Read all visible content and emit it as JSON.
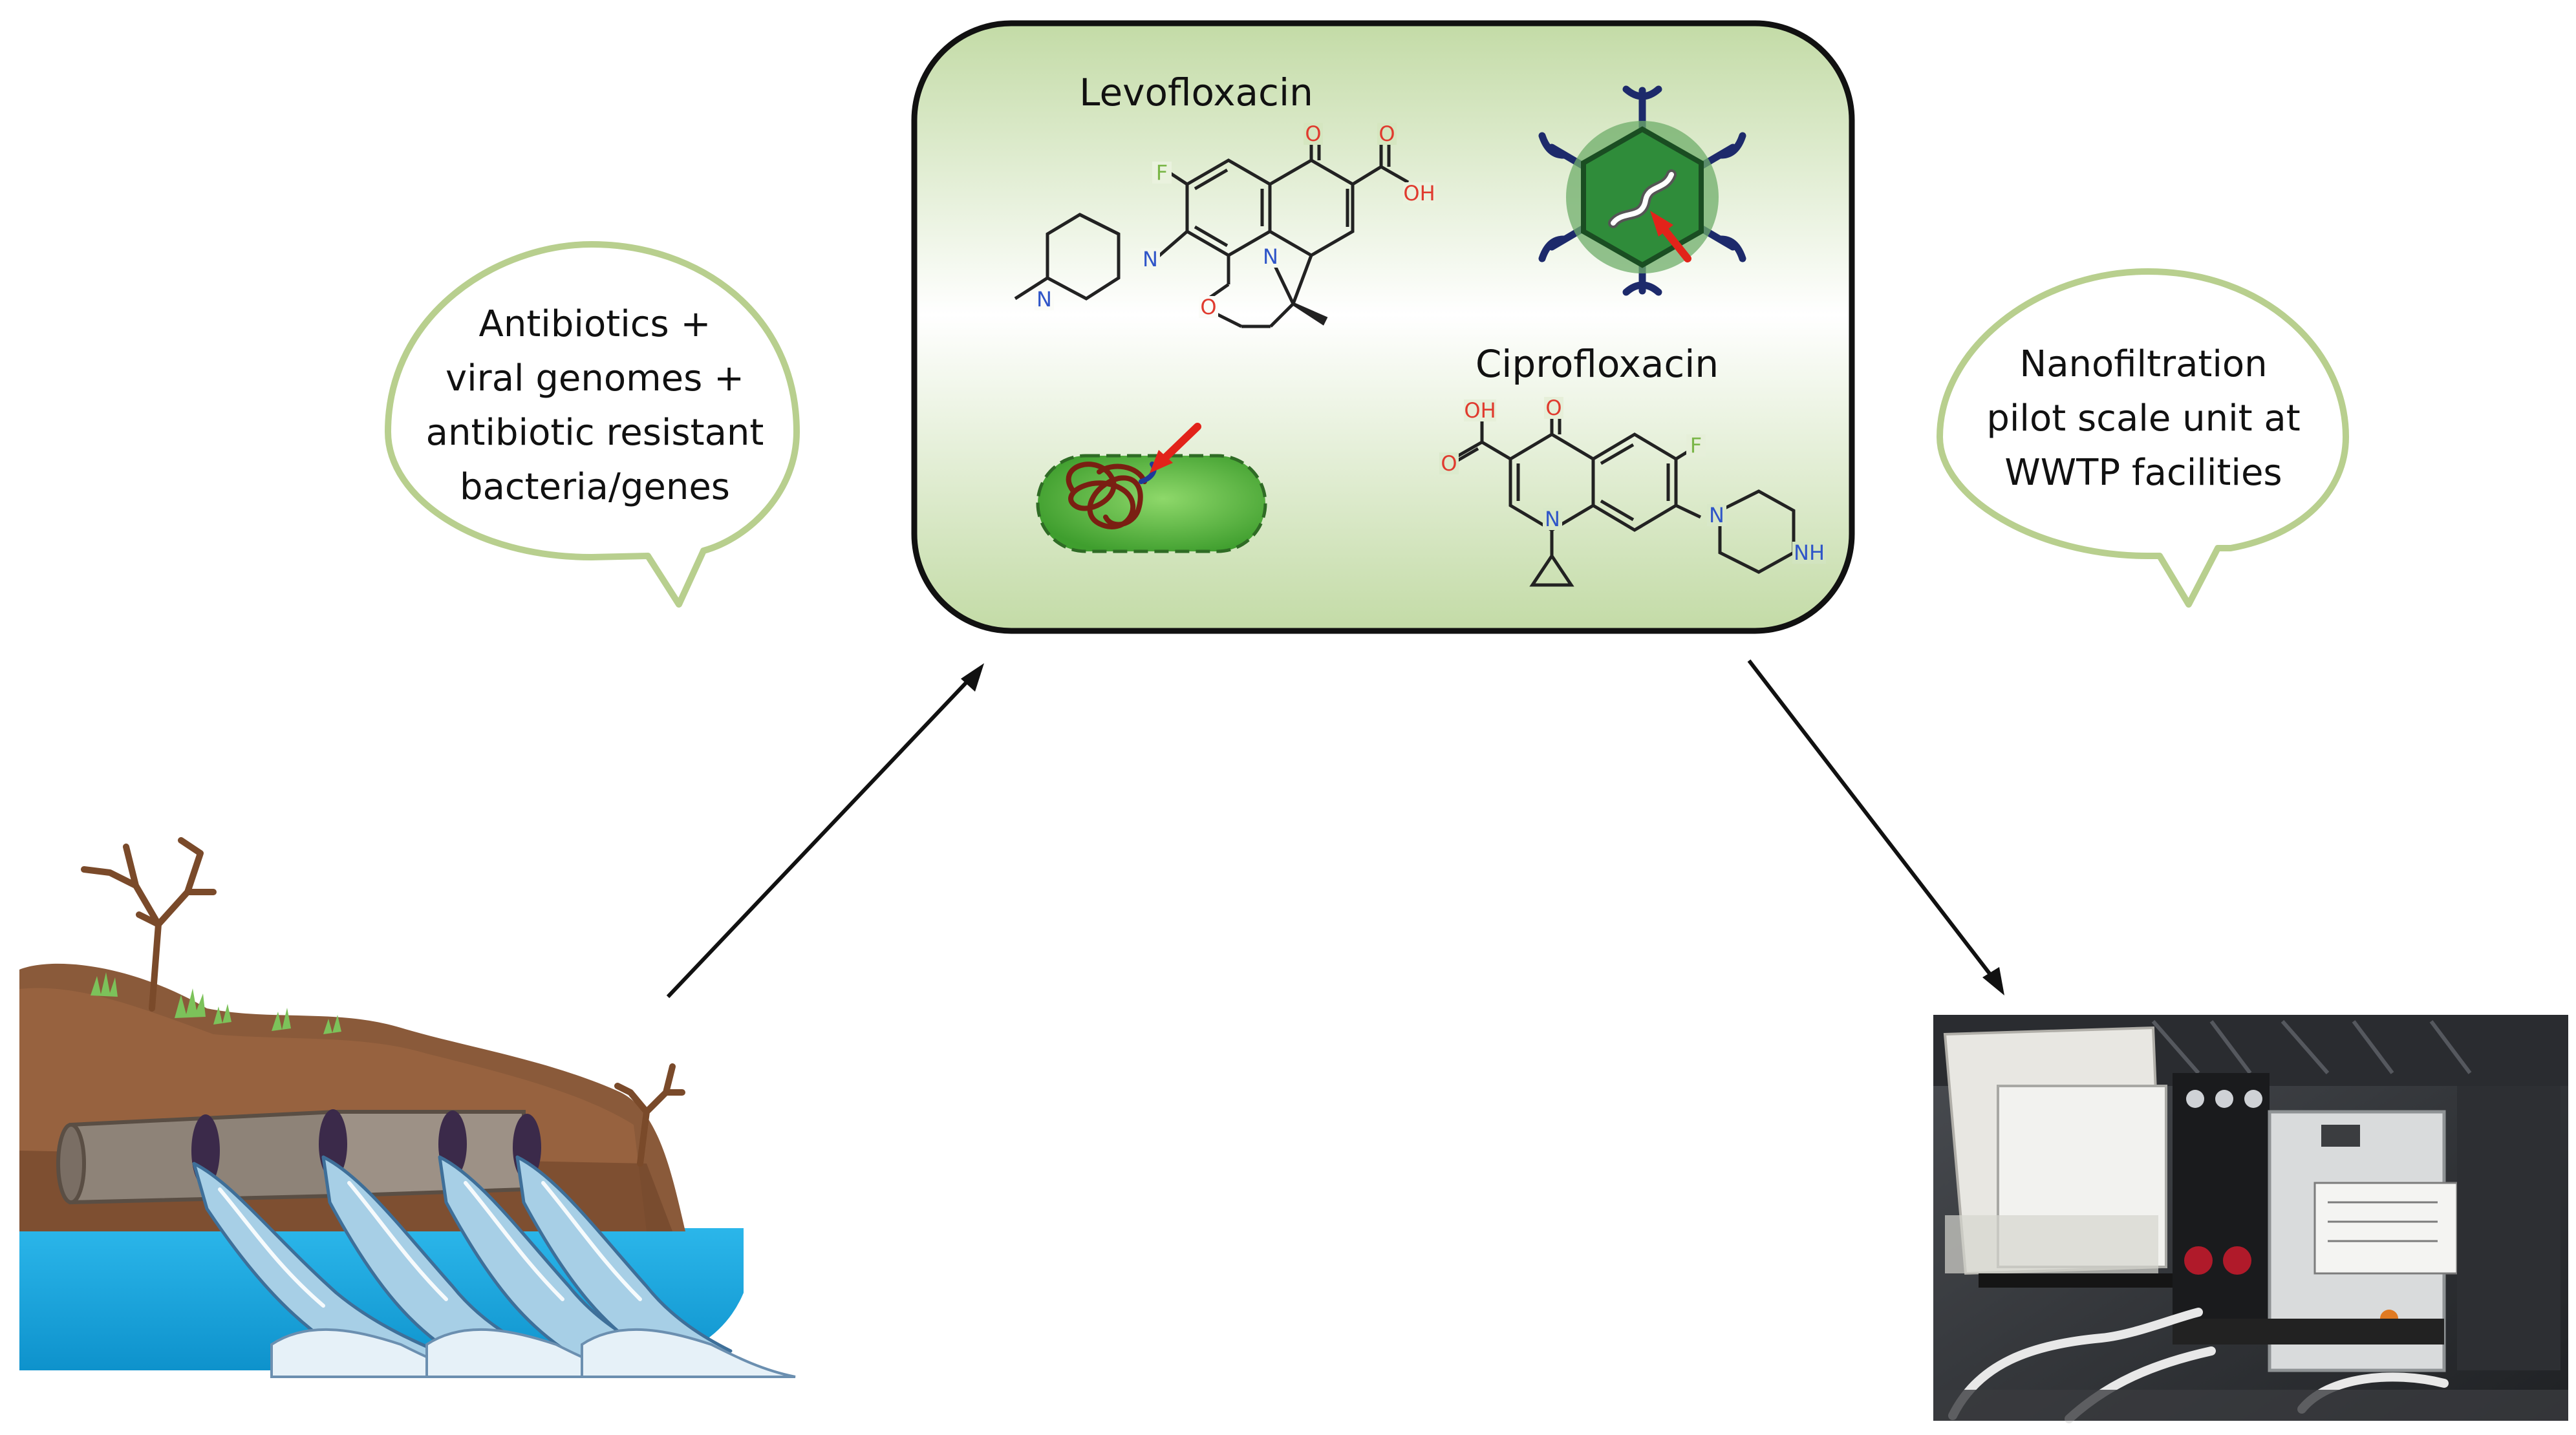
{
  "center_panel": {
    "levofloxacin_label": "Levofloxacin",
    "ciprofloxacin_label": "Ciprofloxacin",
    "atoms": {
      "F": "F",
      "O": "O",
      "OH": "OH",
      "N": "N",
      "NH": "NH"
    },
    "fill_top": "#c9dfae",
    "fill_mid": "#ffffff",
    "fill_bottom": "#c9dfae"
  },
  "left_bubble": {
    "lines": [
      "Antibiotics +",
      "viral genomes +",
      "antibiotic resistant",
      "bacteria/genes"
    ]
  },
  "right_bubble": {
    "lines": [
      "Nanofiltration",
      "pilot scale unit at",
      "WWTP facilities"
    ]
  },
  "colors": {
    "bubble_border": "#b8cf8e",
    "atom_red": "#e03a2e",
    "atom_blue": "#2f55c8",
    "atom_green": "#7ab648",
    "bacterium": "#5bb63e",
    "virus": "#2e8a3e",
    "water": "#17a7de"
  }
}
